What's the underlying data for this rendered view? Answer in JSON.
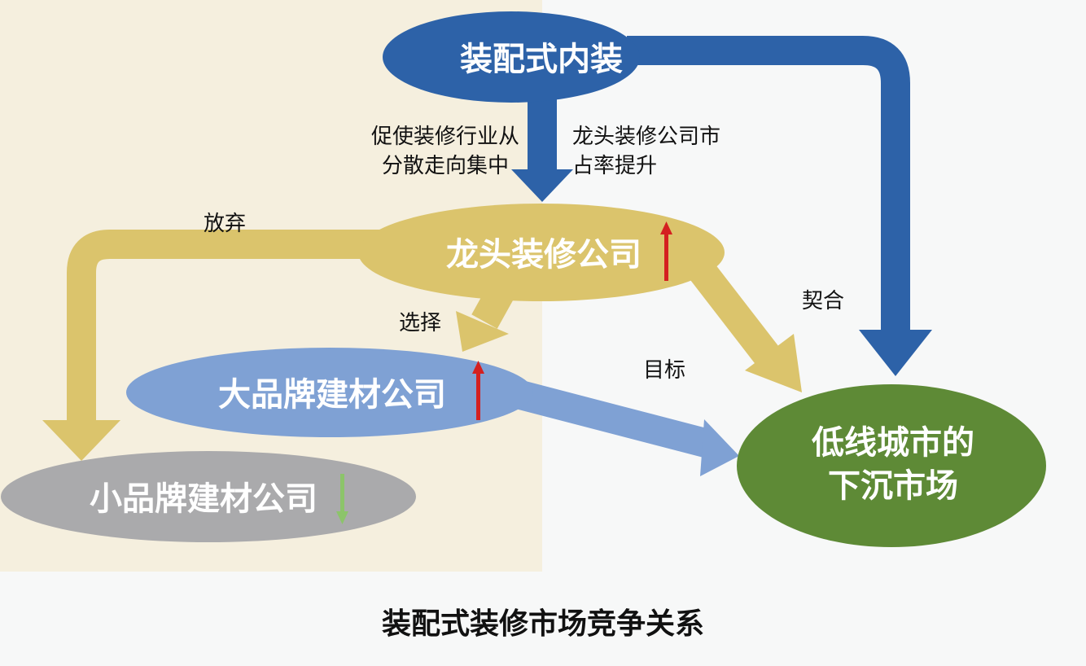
{
  "nodes": {
    "prefab_interior": "装配式内装",
    "leading_decor": "龙头装修公司",
    "big_brand": "大品牌建材公司",
    "small_brand": "小品牌建材公司",
    "low_tier_line1": "低线城市的",
    "low_tier_line2": "下沉市场"
  },
  "labels": {
    "concentrate_line1": "促使装修行业从",
    "concentrate_line2": "分散走向集中",
    "share_line1": "龙头装修公司市",
    "share_line2": "占率提升",
    "abandon": "放弃",
    "choose": "选择",
    "target": "目标",
    "fit": "契合"
  },
  "caption": "装配式装修市场竞争关系",
  "colors": {
    "blue": "#2d62a8",
    "gold": "#dbc46c",
    "light_blue": "#7fa1d4",
    "gray": "#aaaaac",
    "green": "#5e8a36",
    "up_arrow": "#d42020",
    "down_arrow": "#8cc46a",
    "left_bg": "#f5efde"
  }
}
